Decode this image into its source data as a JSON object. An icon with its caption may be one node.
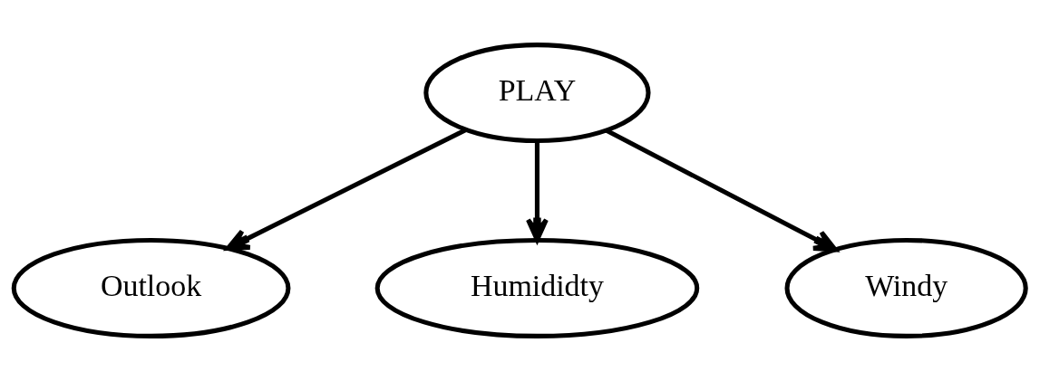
{
  "diagram": {
    "nodes": [
      {
        "text": [
          "PLAY"
        ]
      },
      {
        "text": [
          "Outlook"
        ]
      },
      {
        "text": [
          "Humididty"
        ]
      },
      {
        "text": [
          "Windy"
        ]
      }
    ],
    "edges": [
      {
        "from": 0,
        "to": 1,
        "arrow": "to"
      },
      {
        "from": 0,
        "to": 2,
        "arrow": "to"
      },
      {
        "from": 0,
        "to": 3,
        "arrow": "to"
      }
    ]
  }
}
